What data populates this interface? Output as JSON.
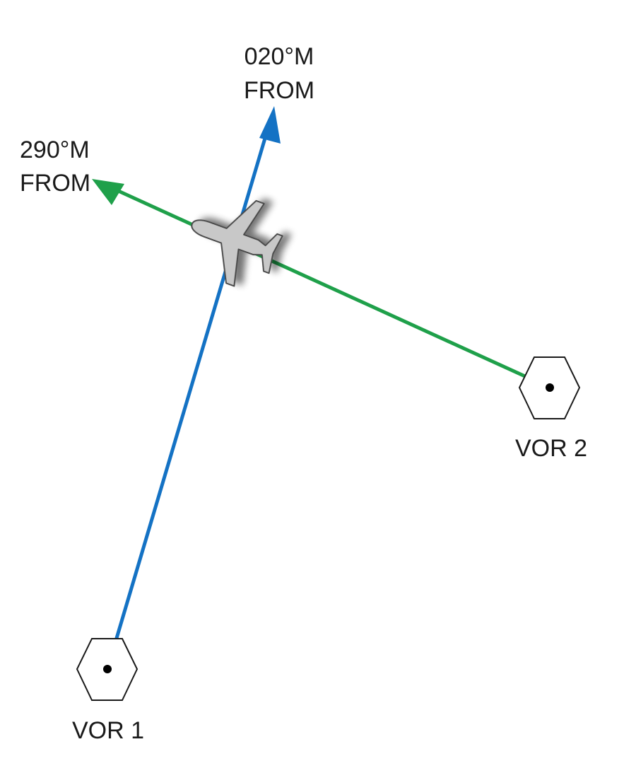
{
  "radials": {
    "blue": {
      "bearing": "020°M",
      "direction": "FROM",
      "color": "#1472c4"
    },
    "green": {
      "bearing": "290°M",
      "direction": "FROM",
      "color": "#1fa04a"
    }
  },
  "stations": {
    "vor1": {
      "label": "VOR 1"
    },
    "vor2": {
      "label": "VOR 2"
    }
  },
  "colors": {
    "station_outline": "#1a1a1a",
    "station_dot": "#000000",
    "aircraft_fill": "#c8c8c8",
    "aircraft_outline": "#4a4a4a"
  },
  "icons": {
    "aircraft": "airplane-icon",
    "station": "vor-hexagon-icon"
  }
}
